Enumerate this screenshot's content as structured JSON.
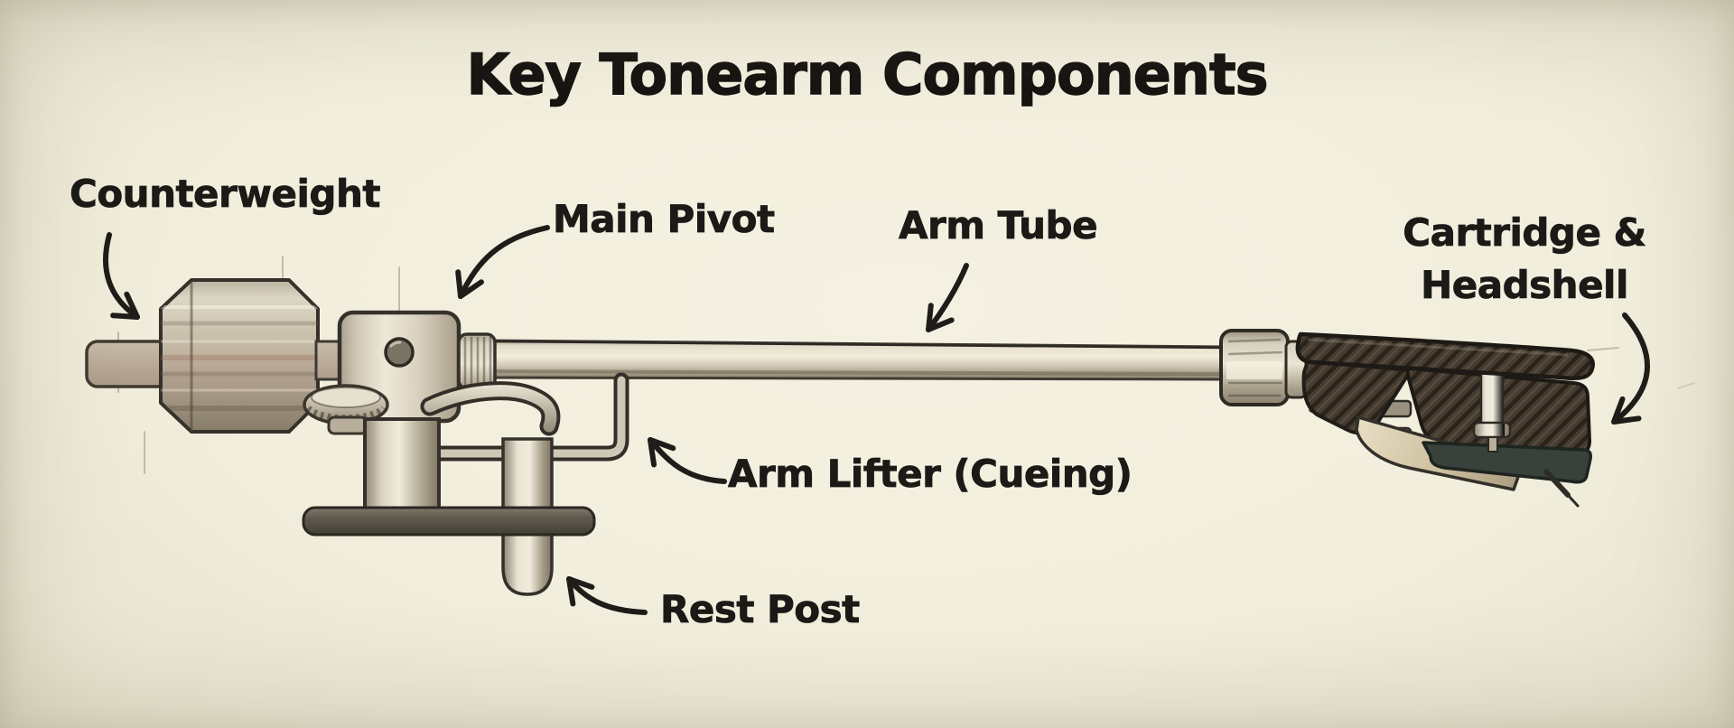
{
  "title": "Key Tonearm Components",
  "diagram": {
    "subject": "turntable-tonearm-sketch",
    "labels": {
      "counterweight": "Counterweight",
      "main_pivot": "Main Pivot",
      "arm_tube": "Arm Tube",
      "cartridge_headshell_line1": "Cartridge &",
      "cartridge_headshell_line2": "Headshell",
      "arm_lifter": "Arm Lifter (Cueing)",
      "rest_post": "Rest Post"
    },
    "icons": {
      "annotation_arrow": "hand-drawn-curved-arrow"
    },
    "colors": {
      "paper": "#f2eedd",
      "paper_edge": "#e2ddc7",
      "ink": "#1f1d1a",
      "metal_light": "#f1ecdc",
      "metal_mid": "#b8b09d",
      "metal_shadow": "#857c69",
      "warm_tint": "#b4a18f",
      "dark_component": "#463c30",
      "base_bar": "#5a544a",
      "stylus_guard": "#39413b",
      "cantilever_tan": "#cfc1a2"
    }
  }
}
